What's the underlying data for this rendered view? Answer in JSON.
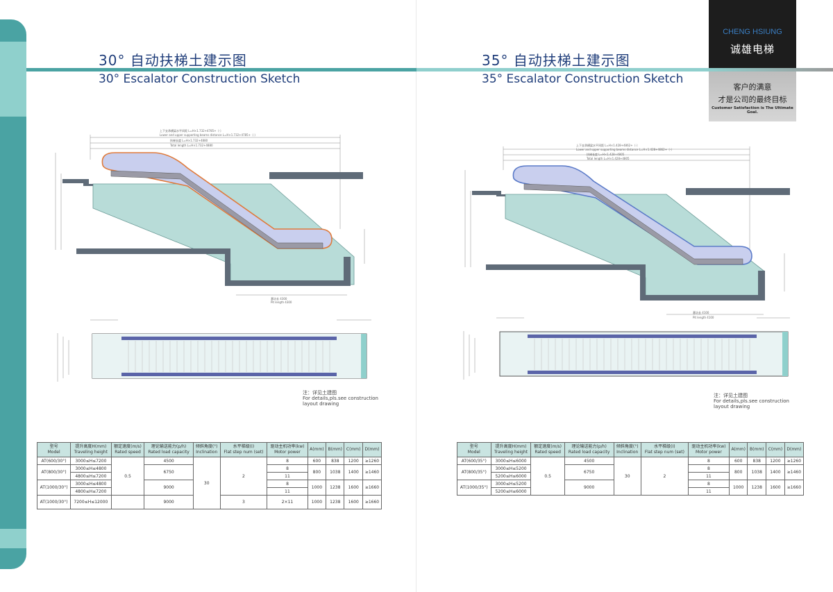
{
  "left": {
    "title_cn": "30° 自动扶梯土建示图",
    "title_en": "30° Escalator Construction Sketch",
    "dims": {
      "top1": "上下支承横梁水平间距 L=H×1.732+4785+〔-〕",
      "top2": "Lower and upper supporting beams distance L=H×1.732+4785+〔-〕",
      "top3": "扶梯长度 L=H×1.732+4880",
      "top4": "Total length L=H×1.732+4880",
      "pit_cn": "基坑长 4300",
      "pit_en": "Pit length 4300"
    },
    "note_cn": "注：详见土建图",
    "note_en1": "For details,pls.see construction",
    "note_en2": "layout drawing",
    "table": {
      "headers": [
        [
          "型号",
          "Model"
        ],
        [
          "提升高度H(mm)",
          "Traveling height"
        ],
        [
          "额定速度(m/s)",
          "Rated speed"
        ],
        [
          "理论输送能力(p/h)",
          "Rated load capacity"
        ],
        [
          "倾斜角度(°)",
          "Inclination"
        ],
        [
          "水平梯级(I)",
          "Flat step num (set)"
        ],
        [
          "驱动主机功率(kw)",
          "Motor power"
        ],
        [
          "A(mm)",
          ""
        ],
        [
          "B(mm)",
          ""
        ],
        [
          "C(mm)",
          ""
        ],
        [
          "D(mm)",
          ""
        ]
      ],
      "rows": [
        [
          "AT(600/30°)",
          "3000≤H≤7200",
          "",
          "4500",
          "",
          "",
          "8",
          "600",
          "838",
          "1200",
          "≥1260"
        ],
        [
          "AT(800/30°)",
          "3000≤H≤4800",
          "",
          "6750",
          "",
          "",
          "8",
          "800",
          "1038",
          "1400",
          "≥1460"
        ],
        [
          "",
          "4800≤H≤7200",
          "",
          "",
          "",
          "",
          "11",
          "",
          "",
          "",
          ""
        ],
        [
          "AT(1000/30°)",
          "3000≤H≤4800",
          "",
          "9000",
          "",
          "",
          "8",
          "1000",
          "1238",
          "1600",
          "≥1660"
        ],
        [
          "",
          "4800≤H≤7200",
          "",
          "",
          "",
          "",
          "11",
          "",
          "",
          "",
          ""
        ],
        [
          "AT(1000/30°)",
          "7200≤H≤12000",
          "",
          "9000",
          "",
          "3",
          "2×11",
          "1000",
          "1238",
          "1600",
          "≥1660"
        ]
      ],
      "speed": "0.5",
      "incline": "30",
      "flat": "2"
    }
  },
  "right": {
    "title_cn": "35° 自动扶梯土建示图",
    "title_en": "35° Escalator Construction Sketch",
    "dims": {
      "top1": "上下支承横梁水平间距 L=H×1.428+4862+〔-〕",
      "top2": "Lower and upper supporting beams distance L=H×1.428+4862+〔-〕",
      "top3": "扶梯长度 L=H×1.428+4805",
      "top4": "Total length L=H×1.428+4805",
      "pit_cn": "基坑长 4100",
      "pit_en": "Pit length 4100"
    },
    "note_cn": "注：详见土建图",
    "note_en1": "For details,pls.see construction",
    "note_en2": "layout drawing",
    "table": {
      "rows": [
        [
          "AT(600/35°)",
          "3000≤H≤6000",
          "",
          "4500",
          "",
          "",
          "8",
          "600",
          "838",
          "1200",
          "≥1260"
        ],
        [
          "AT(800/35°)",
          "3000≤H≤5200",
          "",
          "6750",
          "",
          "",
          "8",
          "800",
          "1038",
          "1400",
          "≥1460"
        ],
        [
          "",
          "5200≤H≤6000",
          "",
          "",
          "",
          "",
          "11",
          "",
          "",
          "",
          ""
        ],
        [
          "AT(1000/35°)",
          "3000≤H≤5200",
          "",
          "9000",
          "",
          "",
          "8",
          "1000",
          "1238",
          "1600",
          "≥1660"
        ],
        [
          "",
          "5200≤H≤6000",
          "",
          "",
          "",
          "",
          "11",
          "",
          "",
          "",
          ""
        ]
      ],
      "speed": "0.5",
      "incline": "30",
      "flat": "2"
    }
  },
  "brand": {
    "name_en": "CHENG HSIUNG",
    "name_cn": "诚雄电梯",
    "slogan_cn1": "客户的满意",
    "slogan_cn2": "才是公司的最终目标",
    "slogan_en": "Customer Satisfaction is The Ultimate Goal."
  },
  "colors": {
    "teal": "#4aa3a3",
    "light_teal": "#8fd0cc",
    "navy_text": "#1f3d7a",
    "handrail_30": "#e07a3a",
    "handrail_35": "#5a7ac8",
    "body_fill": "#b8dcd8",
    "balustrade_fill": "#c9cfee"
  }
}
